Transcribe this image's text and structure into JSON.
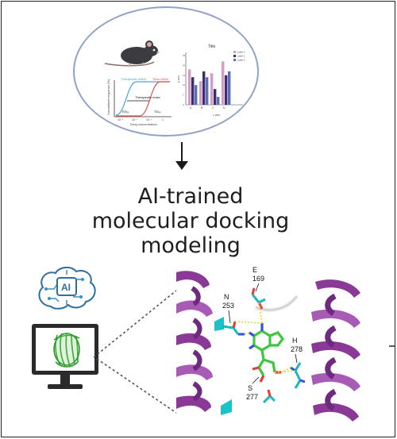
{
  "heading": [
    "AI-trained",
    "molecular docking",
    "modeling"
  ],
  "dose_plot": {
    "ylabel": "Normalized response (%)",
    "xlabel": "Drug concentration",
    "curve_labels": [
      "Therapeutic effect",
      "Toxic effect"
    ],
    "annotation": "Therapeutic index",
    "markers": [
      "ED₅₀",
      "TD₅₀"
    ],
    "xticks": [
      "10⁻⁹",
      "10⁻⁶",
      "10⁻³",
      "1"
    ],
    "colors": {
      "therapeutic": "#4aa3df",
      "toxic": "#e0544c"
    }
  },
  "chart_data": {
    "type": "bar",
    "title": "Title",
    "xlabel": "x axis",
    "ylabel": "y axis",
    "categories": [
      "A",
      "B",
      "C",
      "D"
    ],
    "series": [
      {
        "name": "Label 1",
        "color": "#d59bc4",
        "values": [
          18,
          12,
          16,
          22
        ]
      },
      {
        "name": "Label 2",
        "color": "#3a2e6e",
        "values": [
          14,
          17,
          8,
          15
        ]
      },
      {
        "name": "Label 3",
        "color": "#5b6fb8",
        "values": [
          10,
          14,
          4,
          17
        ]
      }
    ],
    "ylim": [
      0,
      25
    ],
    "yticks": [
      "0",
      "5",
      "10",
      "15",
      "20",
      "25"
    ],
    "legend": "top-right"
  },
  "ai_badge": "AI",
  "residues": [
    {
      "letter": "E",
      "number": "169"
    },
    {
      "letter": "N",
      "number": "253"
    },
    {
      "letter": "H",
      "number": "278"
    },
    {
      "letter": "S",
      "number": "277"
    }
  ]
}
